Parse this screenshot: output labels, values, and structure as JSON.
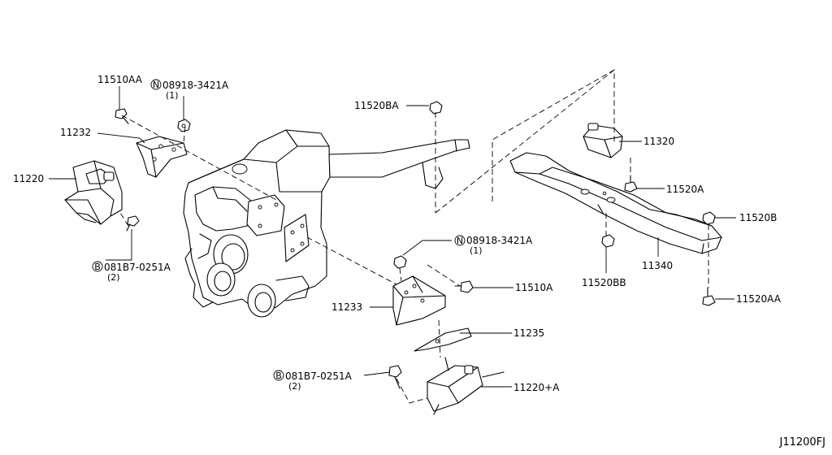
{
  "diagram_id": "J11200FJ",
  "labels": {
    "l11510AA_top": "11510AA",
    "n_top": "08918-3421A",
    "n_top_qty": "(1)",
    "l11232": "11232",
    "l11220": "11220",
    "b_left": "081B7-0251A",
    "b_left_qty": "(2)",
    "l11520BA": "11520BA",
    "n_mid": "08918-3421A",
    "n_mid_qty": "(1)",
    "l11510A": "11510A",
    "l11233": "11233",
    "l11235": "11235",
    "b_bottom": "081B7-0251A",
    "b_bottom_qty": "(2)",
    "l11220A": "11220+A",
    "l11320": "11320",
    "l11520A": "11520A",
    "l11520B": "11520B",
    "l11340": "11340",
    "l11520BB": "11520BB",
    "l11520AA": "11520AA"
  },
  "symbols": {
    "nut_symbol": "N",
    "bolt_symbol": "B"
  },
  "icons": [
    "transmission-illustration",
    "engine-mount-bracket",
    "crossmember",
    "bolt",
    "nut"
  ]
}
